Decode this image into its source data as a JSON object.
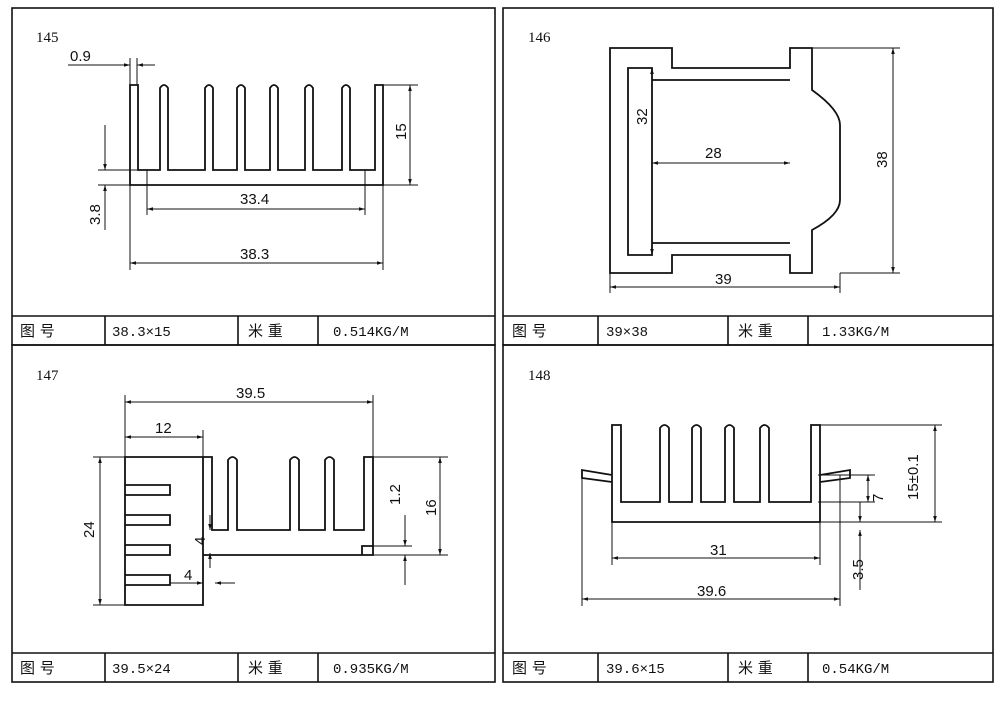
{
  "panels": [
    {
      "id": "145",
      "dims": {
        "fin": "0.9",
        "height": "15",
        "inner": "33.4",
        "base": "3.8",
        "width": "38.3"
      },
      "footer": {
        "code_label": "图  号",
        "code": "38.3×15",
        "weight_label": "米 重",
        "weight": "0.514KG/M"
      }
    },
    {
      "id": "146",
      "dims": {
        "inner_h": "32",
        "inner_w": "28",
        "height": "38",
        "width": "39"
      },
      "footer": {
        "code_label": "图  号",
        "code": "39×38",
        "weight_label": "米 重",
        "weight": "1.33KG/M"
      }
    },
    {
      "id": "147",
      "dims": {
        "width": "39.5",
        "left": "12",
        "height": "24",
        "step": "1.2",
        "fin_h": "16",
        "t1": "4",
        "t2": "4"
      },
      "footer": {
        "code_label": "图  号",
        "code": "39.5×24",
        "weight_label": "米 重",
        "weight": "0.935KG/M"
      }
    },
    {
      "id": "148",
      "dims": {
        "height": "15±0.1",
        "fin": "7",
        "inner": "31",
        "base": "3.5",
        "width": "39.6"
      },
      "footer": {
        "code_label": "图  号",
        "code": "39.6×15",
        "weight_label": "米 重",
        "weight": "0.54KG/M"
      }
    }
  ]
}
